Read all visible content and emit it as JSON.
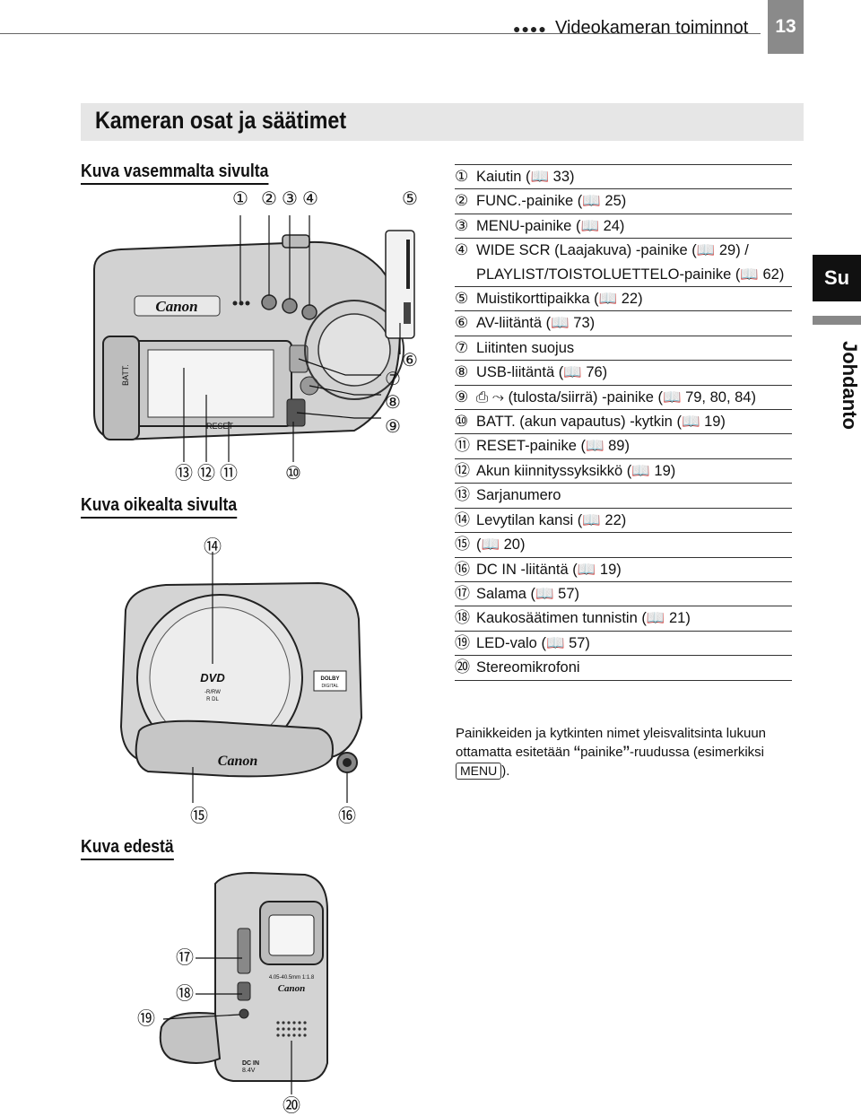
{
  "header": {
    "dots": "●●●●",
    "chapter_title": "Videokameran toiminnot",
    "page_number": "13"
  },
  "section_title": "Kameran osat ja säätimet",
  "side_tab": {
    "language": "Su",
    "chapter_label": "Johdanto"
  },
  "views": {
    "left": "Kuva vasemmalta sivulta",
    "right": "Kuva oikealta sivulta",
    "front": "Kuva edestä"
  },
  "callouts": {
    "c1": "①",
    "c2": "②",
    "c3": "③",
    "c4": "④",
    "c5": "⑤",
    "c6": "⑥",
    "c7": "⑦",
    "c8": "⑧",
    "c9": "⑨",
    "c10": "⑩",
    "c11": "⑪",
    "c12": "⑫",
    "c13": "⑬",
    "c14": "⑭",
    "c15": "⑮",
    "c16": "⑯",
    "c17": "⑰",
    "c18": "⑱",
    "c19": "⑲",
    "c20": "⑳"
  },
  "camera_text": {
    "brand": "Canon",
    "batt": "BATT.",
    "reset": "RESET",
    "dvd": "DVD",
    "rw": "-R/RW",
    "rdl": "R DL",
    "dolby": "DOLBY",
    "dolby_sub": "DIGITAL",
    "dc_in": "DC IN",
    "dc_v": "8.4V",
    "lens": "4.05-40.5mm 1:1.8"
  },
  "parts": [
    {
      "num": "①",
      "text": "Kaiutin (📖 33)"
    },
    {
      "num": "②",
      "text": "FUNC.-painike (📖 25)"
    },
    {
      "num": "③",
      "text": "MENU-painike (📖 24)"
    },
    {
      "num": "④",
      "text": "WIDE SCR (Laajakuva) -painike (📖 29) / PLAYLIST/TOISTOLUETTELO-painike (📖 62)"
    },
    {
      "num": "⑤",
      "text": "Muistikorttipaikka (📖 22)"
    },
    {
      "num": "⑥",
      "text": "AV-liitäntä (📖 73)"
    },
    {
      "num": "⑦",
      "text": "Liitinten suojus"
    },
    {
      "num": "⑧",
      "text": "USB-liitäntä (📖 76)"
    },
    {
      "num": "⑨",
      "text": "⎙ ⤳ (tulosta/siirrä) -painike (📖 79, 80, 84)"
    },
    {
      "num": "⑩",
      "text": "BATT. (akun vapautus) -kytkin (📖 19)"
    },
    {
      "num": "⑪",
      "text": "RESET-painike (📖 89)"
    },
    {
      "num": "⑫",
      "text": "Akun kiinnityssyksikkö (📖 19)"
    },
    {
      "num": "⑬",
      "text": "Sarjanumero"
    },
    {
      "num": "⑭",
      "text": "Levytilan kansi (📖 22)"
    },
    {
      "num": "⑮",
      "text": " (📖 20)"
    },
    {
      "num": "⑯",
      "text": "DC IN -liitäntä (📖 19)"
    },
    {
      "num": "⑰",
      "text": "Salama (📖 57)"
    },
    {
      "num": "⑱",
      "text": "Kaukosäätimen tunnistin (📖 21)"
    },
    {
      "num": "⑲",
      "text": "LED-valo (📖 57)"
    },
    {
      "num": "⑳",
      "text": "Stereomikrofoni"
    }
  ],
  "note": {
    "line_a": "Painikkeiden ja kytkinten nimet yleisvalitsinta lukuun ottamatta esitetään ",
    "quote_open": "“",
    "quoted": "painike",
    "quote_close": "”",
    "line_b": "-ruudussa (esimerkiksi ",
    "key": "MENU",
    "line_c": ")."
  }
}
